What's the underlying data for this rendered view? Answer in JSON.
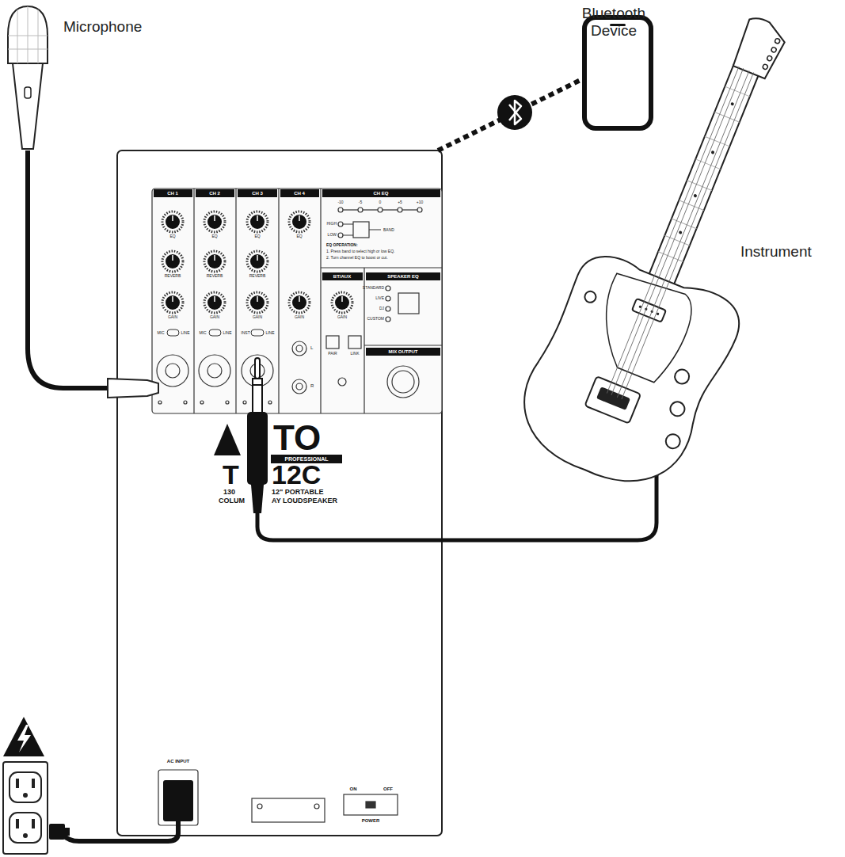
{
  "diagram": {
    "labels": [
      "Microphone",
      "Bluetooth Device",
      "Instrument",
      "CH 1",
      "CH 2",
      "CH 3",
      "CH 4",
      "CH EQ",
      "BT/AUX",
      "SPEAKER EQ",
      "MIX OUTPUT",
      "EQ",
      "EQ",
      "EQ",
      "EQ",
      "REVERB",
      "REVERB",
      "REVERB",
      "GAIN",
      "GAIN",
      "GAIN",
      "GAIN",
      "MIC",
      "LINE",
      "MIC",
      "LINE",
      "INST",
      "LINE",
      "L",
      "R",
      "GAIN",
      "PAIR",
      "LINK",
      "STANDARD",
      "LIVE",
      "DJ",
      "CUSTOM",
      "-10",
      "-5",
      "0",
      "+5",
      "+10",
      "HIGH",
      "LOW",
      "BAND",
      "EQ OPERATION:",
      "1. Press band to select high or low EQ.",
      "2. Turn channel EQ to boost or cut.",
      "TO",
      "PROFESSIONAL",
      "T",
      "12C",
      "130",
      "12\" PORTABLE",
      "COLUM",
      "AY LOUDSPEAKER",
      "AC INPUT",
      "ON",
      "OFF",
      "POWER"
    ]
  }
}
